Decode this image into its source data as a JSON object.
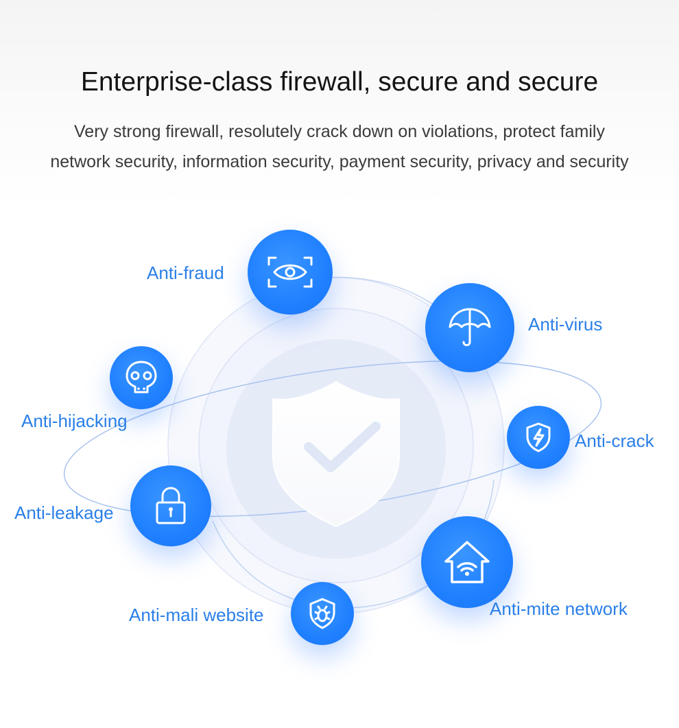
{
  "header": {
    "title": "Enterprise-class firewall, secure and secure",
    "subtitle_line1": "Very strong firewall, resolutely crack down on violations, protect family",
    "subtitle_line2": "network security, information security, payment security, privacy and security"
  },
  "colors": {
    "accent": "#1f80ff",
    "label": "#2a7fe8",
    "title": "#141414",
    "subtitle": "#3a3a3a"
  },
  "center_icon": "shield-check-icon",
  "features": [
    {
      "label": "Anti-fraud",
      "icon": "eye-scan-icon"
    },
    {
      "label": "Anti-virus",
      "icon": "umbrella-icon"
    },
    {
      "label": "Anti-hijacking",
      "icon": "skull-icon"
    },
    {
      "label": "Anti-crack",
      "icon": "shield-lightning-icon"
    },
    {
      "label": "Anti-leakage",
      "icon": "padlock-icon"
    },
    {
      "label": "Anti-mite network",
      "icon": "home-wifi-icon"
    },
    {
      "label": "Anti-mali website",
      "icon": "shield-bug-icon"
    }
  ]
}
